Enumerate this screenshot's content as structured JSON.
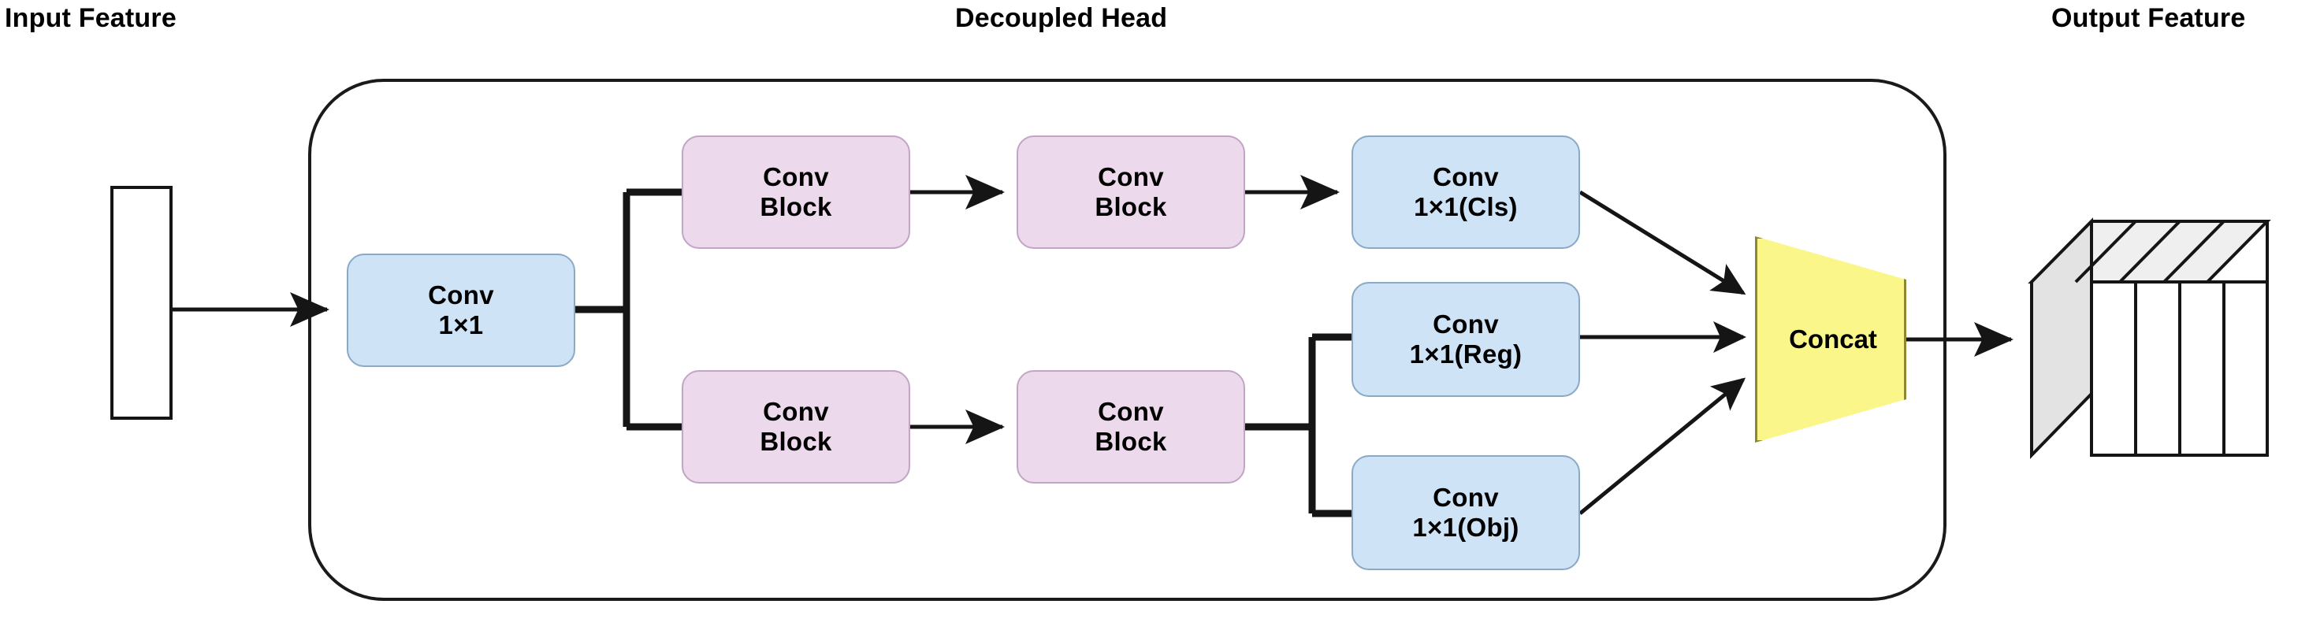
{
  "diagram": {
    "title": "Decoupled Head",
    "captions": {
      "input": "Input Feature",
      "head": "Decoupled Head",
      "output": "Output Feature"
    },
    "colors": {
      "blue_fill": "#cfe3f7",
      "blue_stroke": "#8aa9c6",
      "pink_fill": "#ecd9ec",
      "pink_stroke": "#c2a5c4",
      "yellow_fill": "#fbf68a",
      "yellow_stroke": "#8d8732",
      "line": "#151515",
      "container_stroke": "#1a1a1a",
      "box_face_light": "#efefef",
      "box_face_white": "#ffffff"
    },
    "nodes": {
      "conv11": {
        "line1": "Conv",
        "line2": "1×1",
        "type": "blue"
      },
      "conv_blk_t1": {
        "line1": "Conv",
        "line2": "Block",
        "type": "pink"
      },
      "conv_blk_t2": {
        "line1": "Conv",
        "line2": "Block",
        "type": "pink"
      },
      "conv_cls": {
        "line1": "Conv",
        "line2": "1×1(Cls)",
        "type": "blue"
      },
      "conv_blk_b1": {
        "line1": "Conv",
        "line2": "Block",
        "type": "pink"
      },
      "conv_blk_b2": {
        "line1": "Conv",
        "line2": "Block",
        "type": "pink"
      },
      "conv_reg": {
        "line1": "Conv",
        "line2": "1×1(Reg)",
        "type": "blue"
      },
      "conv_obj": {
        "line1": "Conv",
        "line2": "1×1(Obj)",
        "type": "blue"
      },
      "concat": {
        "label": "Concat",
        "type": "trapezoid"
      }
    },
    "shapes": {
      "input_feature": "thin-vertical-rectangle",
      "output_feature": "3d-stacked-box-4-slabs"
    },
    "edges": [
      {
        "from": "input_feature",
        "to": "conv11",
        "arrow": true
      },
      {
        "from": "conv11",
        "to": "conv_blk_t1",
        "arrow": false
      },
      {
        "from": "conv11",
        "to": "conv_blk_b1",
        "arrow": false
      },
      {
        "from": "conv_blk_t1",
        "to": "conv_blk_t2",
        "arrow": true
      },
      {
        "from": "conv_blk_t2",
        "to": "conv_cls",
        "arrow": true
      },
      {
        "from": "conv_blk_b1",
        "to": "conv_blk_b2",
        "arrow": true
      },
      {
        "from": "conv_blk_b2",
        "to": "conv_reg",
        "arrow": false
      },
      {
        "from": "conv_blk_b2",
        "to": "conv_obj",
        "arrow": false
      },
      {
        "from": "conv_cls",
        "to": "concat",
        "arrow": true
      },
      {
        "from": "conv_reg",
        "to": "concat",
        "arrow": true
      },
      {
        "from": "conv_obj",
        "to": "concat",
        "arrow": true
      },
      {
        "from": "concat",
        "to": "output_feature",
        "arrow": true
      }
    ]
  }
}
